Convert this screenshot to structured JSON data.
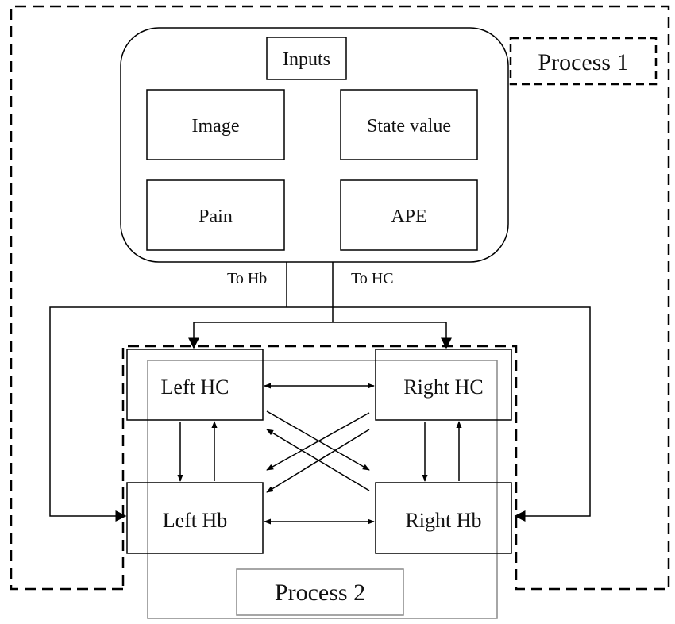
{
  "process1": {
    "label": "Process 1"
  },
  "process2": {
    "label": "Process 2"
  },
  "inputs": {
    "title": "Inputs",
    "items": {
      "image": "Image",
      "state_value": "State value",
      "pain": "Pain",
      "ape": "APE"
    }
  },
  "connectors": {
    "to_hb": "To Hb",
    "to_hc": "To HC"
  },
  "nodes": {
    "left_hc": "Left HC",
    "right_hc": "Right HC",
    "left_hb": "Left Hb",
    "right_hb": "Right Hb"
  }
}
